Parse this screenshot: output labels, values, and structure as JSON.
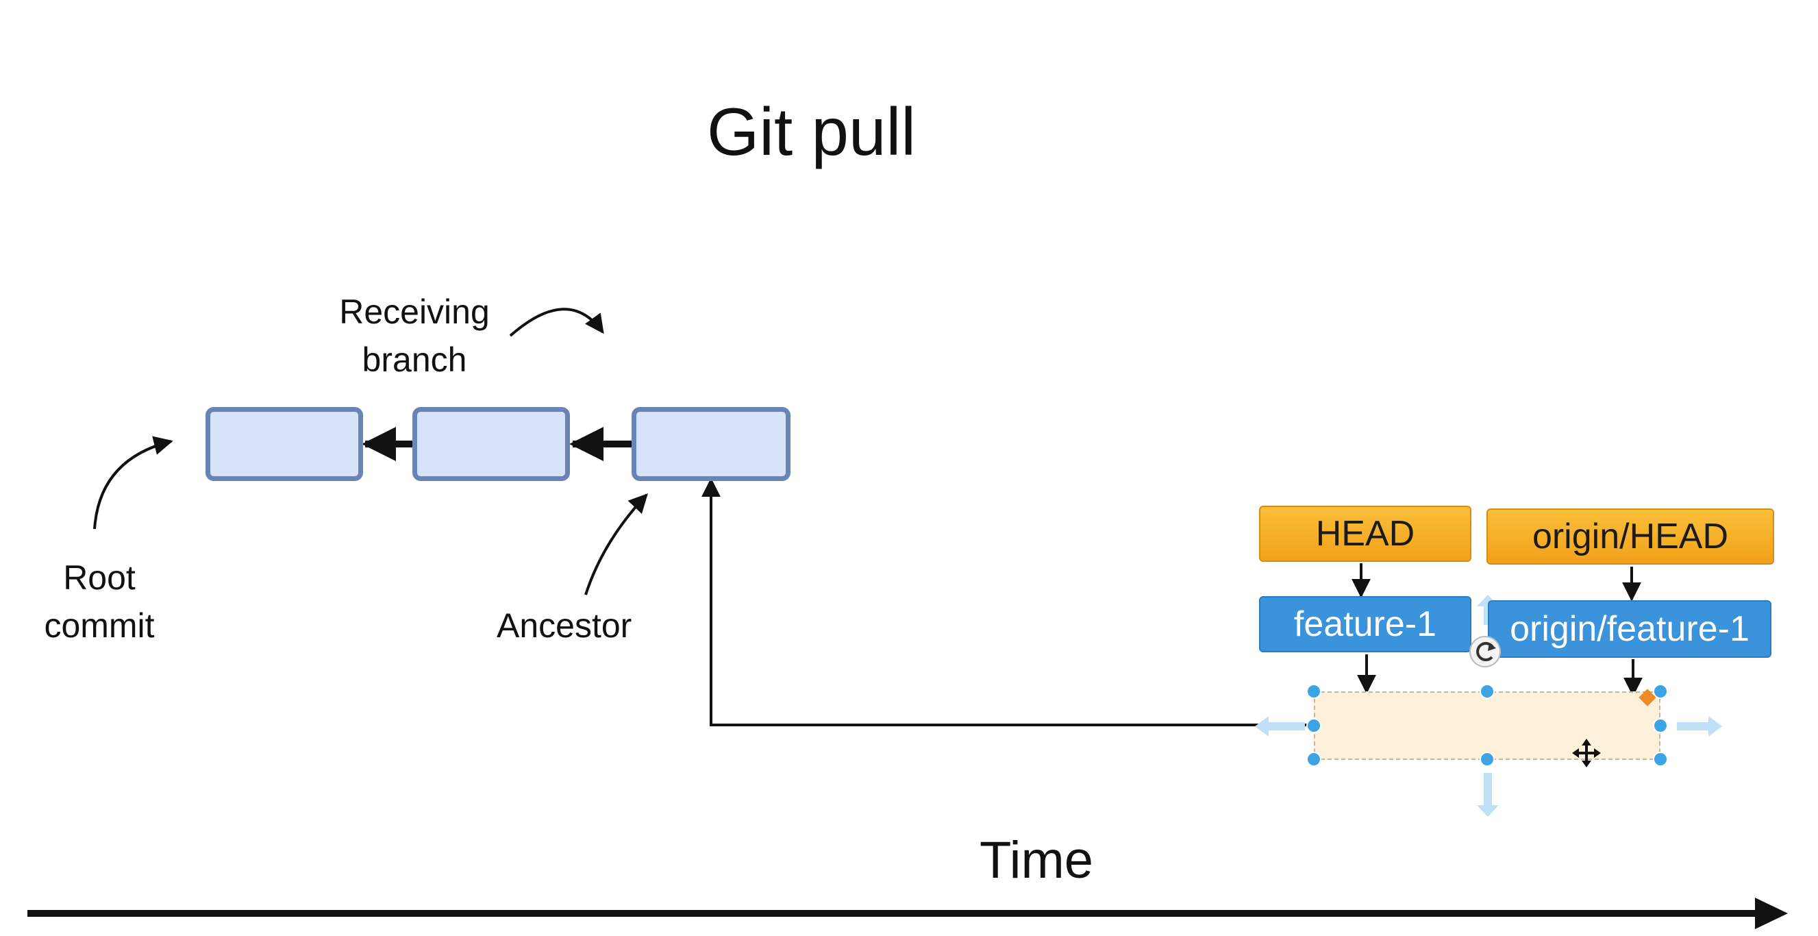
{
  "title": "Git pull",
  "labels": {
    "receiving_branch_line1": "Receiving",
    "receiving_branch_line2": "branch",
    "root_line1": "Root",
    "root_line2": "commit",
    "ancestor": "Ancestor",
    "time": "Time"
  },
  "tags": {
    "head": "HEAD",
    "origin_head": "origin/HEAD",
    "feature": "feature-1",
    "origin_feature": "origin/feature-1"
  },
  "colors": {
    "commit_fill": "#d6e3f8",
    "commit_border": "#6b84b8",
    "head_tag": "#f5a623",
    "branch_tag": "#3b93dc",
    "new_commit_fill": "#fdf1dc",
    "selection_handle": "#3ca3e4"
  },
  "icons": {
    "rotate": "rotate-handle-icon",
    "move": "move-cursor-icon"
  }
}
